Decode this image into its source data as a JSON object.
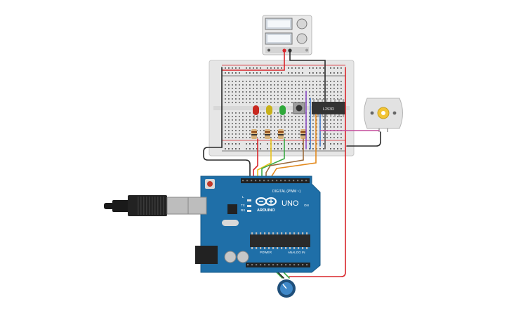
{
  "board": {
    "digital_label": "DIGITAL (PWM ~)",
    "brand": "ARDUINO",
    "model": "UNO",
    "on_label": "ON",
    "tx_label": "TX",
    "rx_label": "RX",
    "l_label": "L",
    "power_label": "POWER",
    "analog_label": "ANALOG IN"
  },
  "driver": {
    "label": "L293D"
  },
  "colors": {
    "wire_red": "#d9262b",
    "wire_black": "#2b2b2b",
    "wire_yellow": "#e8c21a",
    "wire_green": "#3aa843",
    "wire_orange": "#e38a1e",
    "wire_blue": "#3f78c9",
    "wire_purple": "#8a4bc4",
    "wire_pink": "#c44b9c",
    "wire_brown": "#9b6a3b",
    "board_blue": "#1f6fa8",
    "led_red": "#c8281f",
    "led_yellow": "#c9b21a",
    "led_green": "#2fa83a"
  },
  "icons": [
    "usb-cable-icon",
    "dc-motor-icon",
    "potentiometer-icon",
    "power-supply-icon",
    "arduino-logo-icon"
  ]
}
